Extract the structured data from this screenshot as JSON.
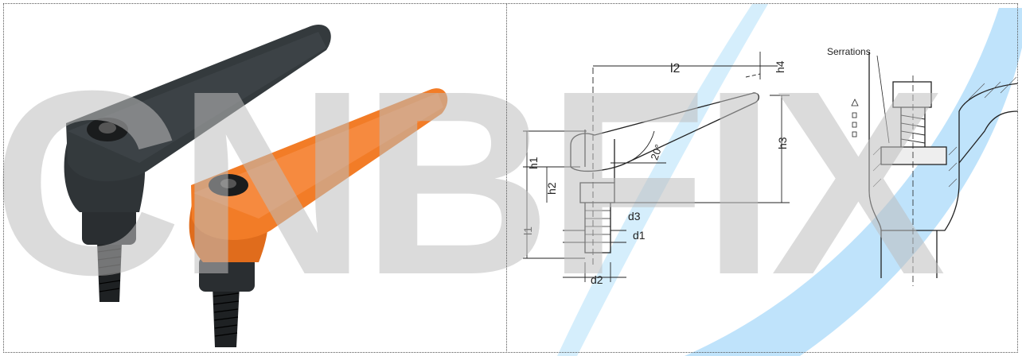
{
  "watermark": {
    "text": "CNBFIX"
  },
  "photo": {
    "levers": [
      {
        "name": "black-lever",
        "color": "#2b3033"
      },
      {
        "name": "orange-lever",
        "color": "#f07a25"
      }
    ]
  },
  "drawing": {
    "labels": {
      "l2": "l2",
      "h4": "h4",
      "h3": "h3",
      "h1": "h1",
      "h2": "h2",
      "l1": "l1",
      "d3": "d3",
      "d1": "d1",
      "d2": "d2",
      "angle": "20°",
      "serrations": "Serrations"
    }
  },
  "colors": {
    "accent_blue": "#bfe3fb",
    "line": "#222222"
  }
}
